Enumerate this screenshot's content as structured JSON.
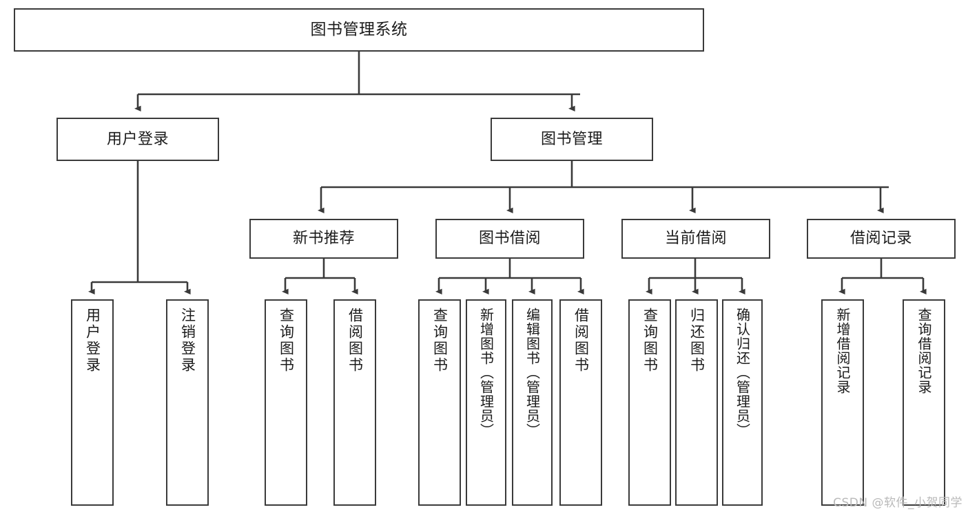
{
  "diagram": {
    "type": "tree",
    "orientation": "top-down",
    "title": "图书管理系统",
    "colors": {
      "box_stroke": "#3a3a3a",
      "box_fill": "#ffffff",
      "edge": "#3a3a3a",
      "text": "#1b1b1b",
      "watermark": "#b9b9b9",
      "background": "#ffffff"
    },
    "levels": [
      {
        "level": 0,
        "nodes": [
          {
            "id": "root",
            "label": "图书管理系统",
            "orientation": "horizontal"
          }
        ]
      },
      {
        "level": 1,
        "nodes": [
          {
            "id": "user-login",
            "label": "用户登录",
            "orientation": "horizontal"
          },
          {
            "id": "book-manage",
            "label": "图书管理",
            "orientation": "horizontal"
          }
        ]
      },
      {
        "level": 2,
        "nodes": [
          {
            "id": "new-book-rec",
            "label": "新书推荐",
            "orientation": "horizontal"
          },
          {
            "id": "book-borrow",
            "label": "图书借阅",
            "orientation": "horizontal"
          },
          {
            "id": "current-borrow",
            "label": "当前借阅",
            "orientation": "horizontal"
          },
          {
            "id": "borrow-record",
            "label": "借阅记录",
            "orientation": "horizontal"
          }
        ]
      },
      {
        "level": 3,
        "nodes": [
          {
            "id": "leaf-user-login",
            "label": "用户登录",
            "orientation": "vertical",
            "parent": "user-login"
          },
          {
            "id": "leaf-logout",
            "label": "注销登录",
            "orientation": "vertical",
            "parent": "user-login"
          },
          {
            "id": "leaf-query-book-1",
            "label": "查询图书",
            "orientation": "vertical",
            "parent": "new-book-rec"
          },
          {
            "id": "leaf-borrow-book-1",
            "label": "借阅图书",
            "orientation": "vertical",
            "parent": "new-book-rec"
          },
          {
            "id": "leaf-query-book-2",
            "label": "查询图书",
            "orientation": "vertical",
            "parent": "book-borrow"
          },
          {
            "id": "leaf-add-book",
            "label": "新增图书（管理员）",
            "orientation": "vertical",
            "parent": "book-borrow"
          },
          {
            "id": "leaf-edit-book",
            "label": "编辑图书（管理员）",
            "orientation": "vertical",
            "parent": "book-borrow"
          },
          {
            "id": "leaf-borrow-book-2",
            "label": "借阅图书",
            "orientation": "vertical",
            "parent": "book-borrow"
          },
          {
            "id": "leaf-query-book-3",
            "label": "查询图书",
            "orientation": "vertical",
            "parent": "current-borrow"
          },
          {
            "id": "leaf-return-book",
            "label": "归还图书",
            "orientation": "vertical",
            "parent": "current-borrow"
          },
          {
            "id": "leaf-confirm-return",
            "label": "确认归还（管理员）",
            "orientation": "vertical",
            "parent": "current-borrow"
          },
          {
            "id": "leaf-add-record",
            "label": "新增借阅记录",
            "orientation": "vertical",
            "parent": "borrow-record"
          },
          {
            "id": "leaf-query-record",
            "label": "查询借阅记录",
            "orientation": "vertical",
            "parent": "borrow-record"
          }
        ]
      }
    ]
  },
  "watermark": {
    "text": "CSDN @软件_小贺同学"
  }
}
